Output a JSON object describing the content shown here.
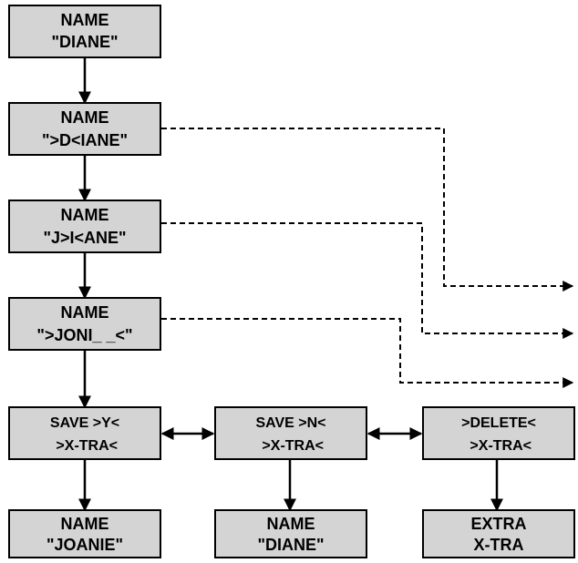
{
  "nodes": {
    "name_diane_top": {
      "line1": "NAME",
      "line2": "\"DIANE\""
    },
    "name_d_iane": {
      "line1": "NAME",
      "line2": "\">D<IANE\""
    },
    "name_j_i_ane": {
      "line1": "NAME",
      "line2": "\"J>I<ANE\""
    },
    "name_joni": {
      "line1": "NAME",
      "line2": "\">JONI_ _<\""
    },
    "save_y": {
      "line1": "SAVE >Y<",
      "line2": " >X-TRA<"
    },
    "save_n": {
      "line1": "SAVE >N<",
      "line2": " >X-TRA<"
    },
    "delete": {
      "line1": ">DELETE<",
      "line2": " >X-TRA<"
    },
    "name_joanie": {
      "line1": "NAME",
      "line2": "\"JOANIE\""
    },
    "name_diane_bottom": {
      "line1": "NAME",
      "line2": "\"DIANE\""
    },
    "extra": {
      "line1": "EXTRA",
      "line2": "X-TRA"
    }
  },
  "colors": {
    "box_fill": "#d4d4d4",
    "stroke": "#000000",
    "background": "#ffffff"
  }
}
